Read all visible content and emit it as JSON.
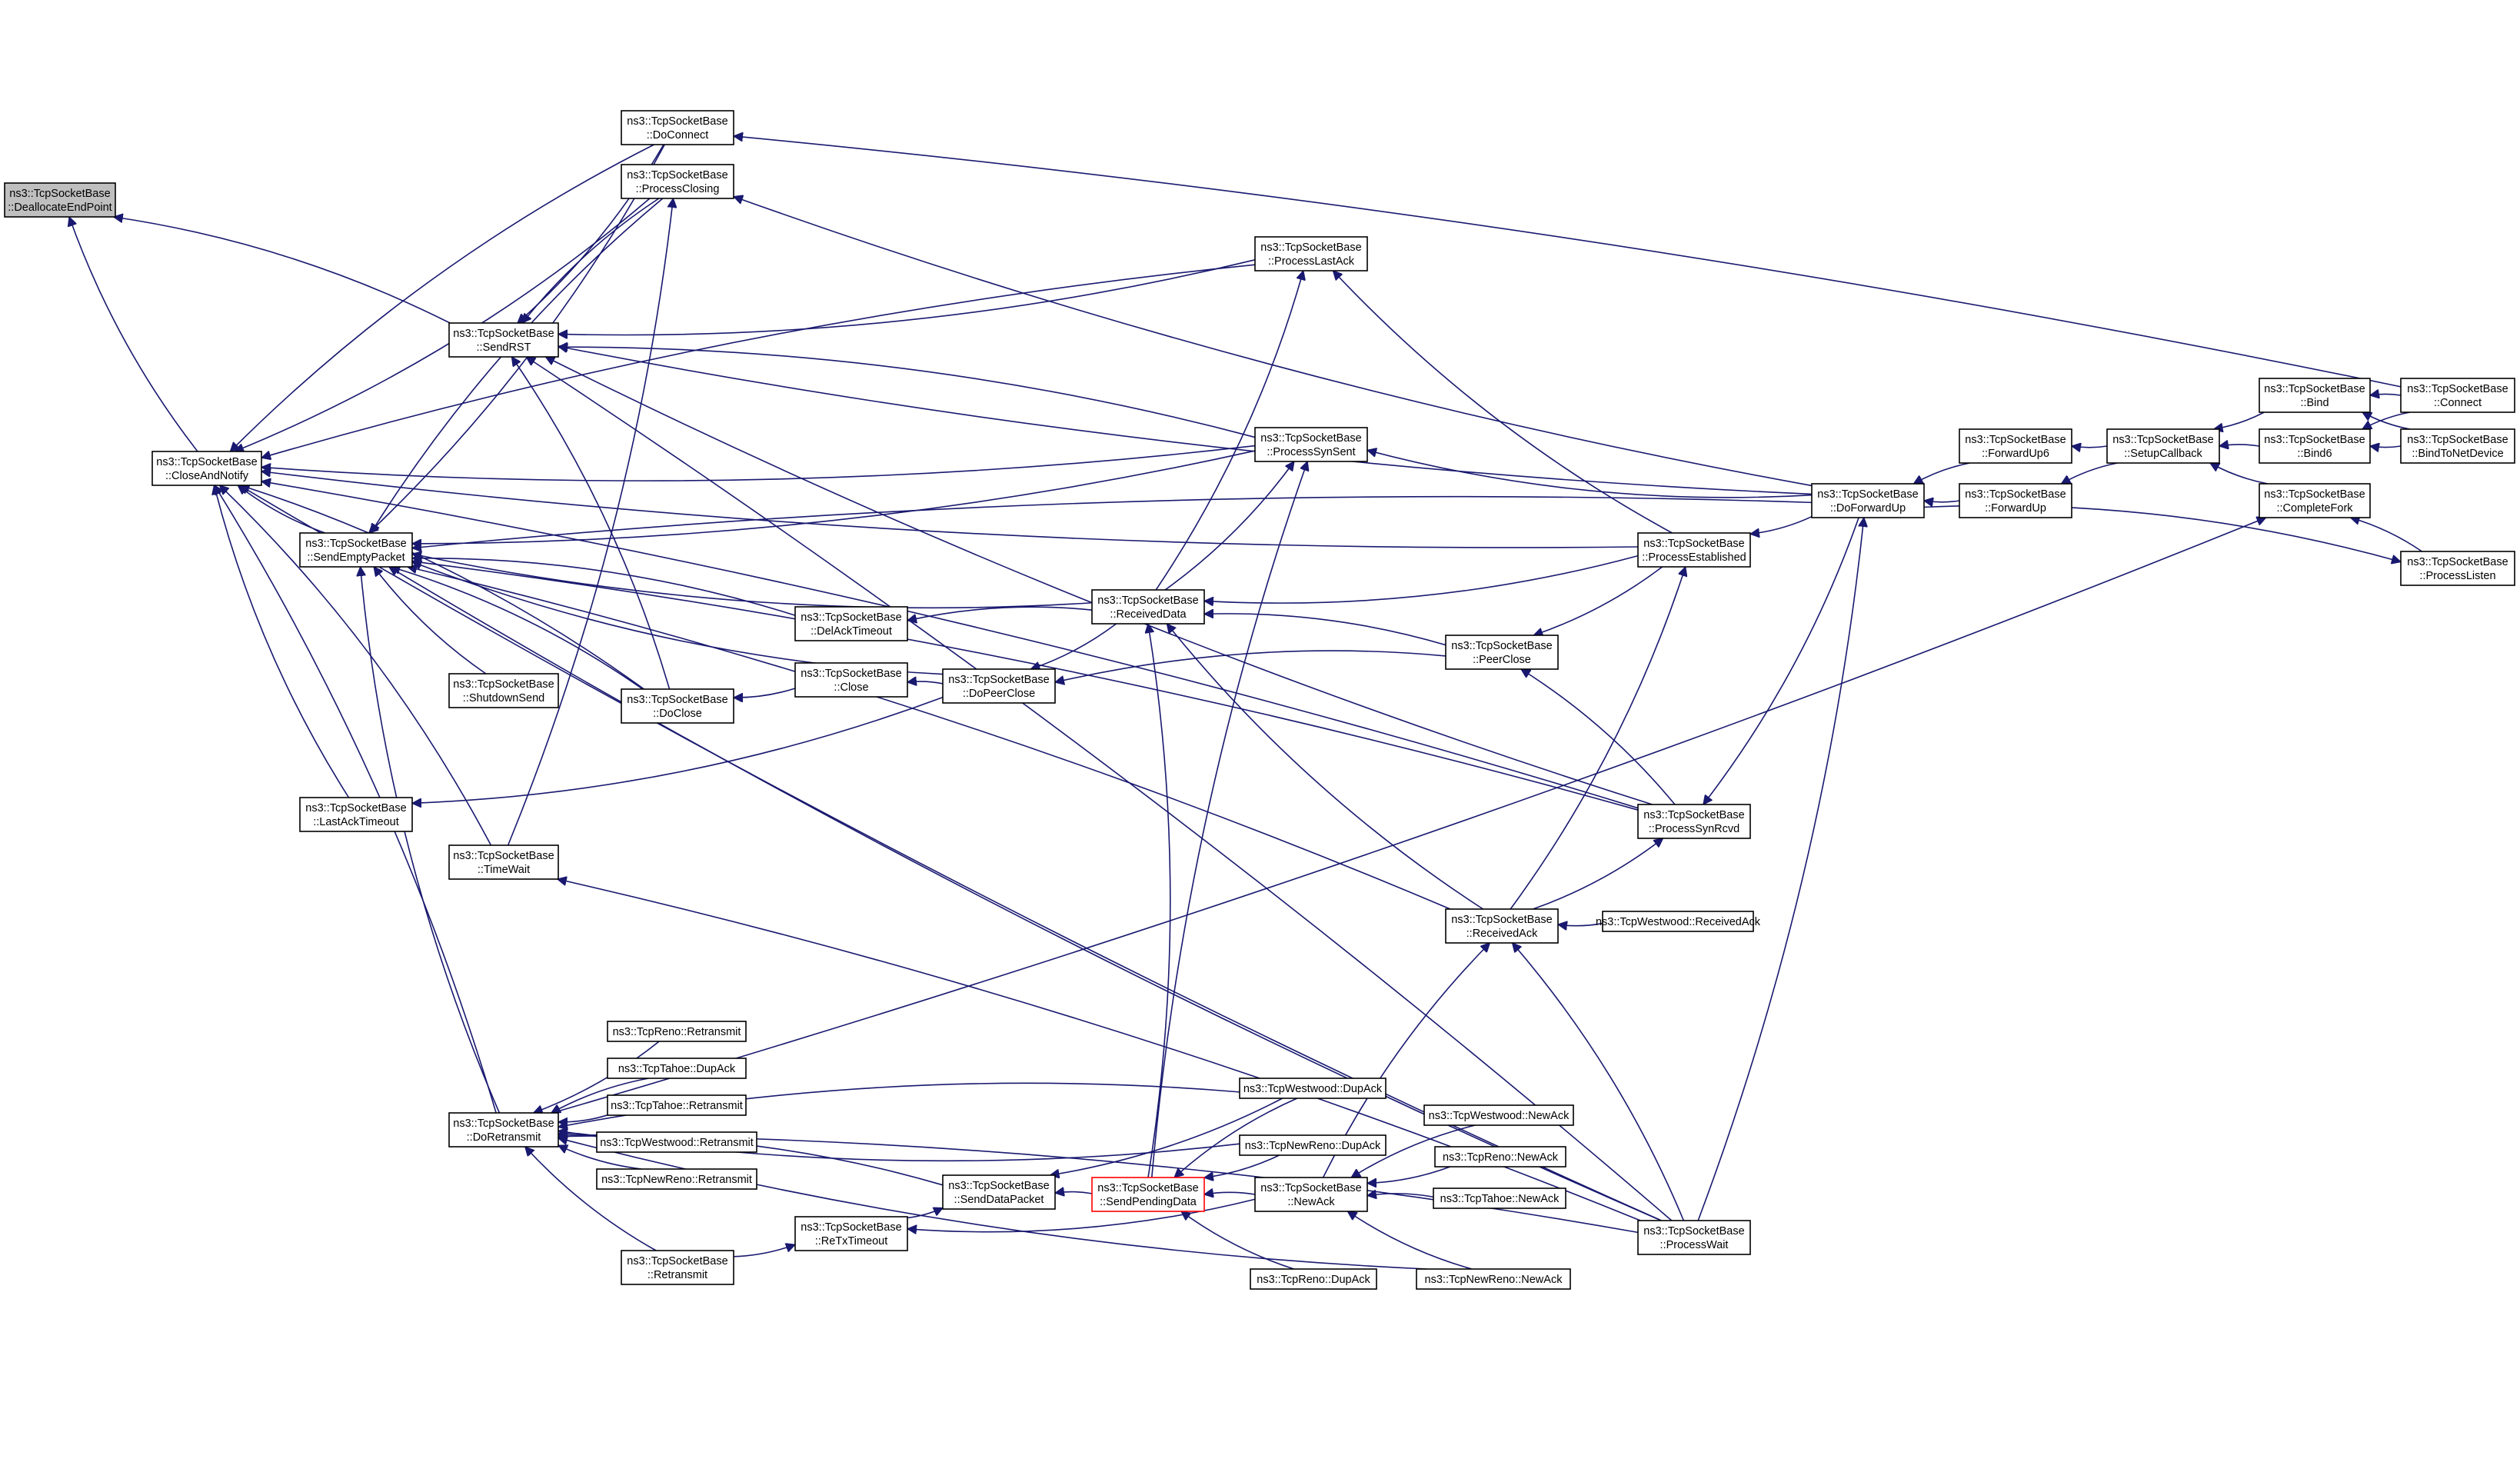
{
  "nodes": [
    {
      "id": "dealloc",
      "lines": [
        "ns3::TcpSocketBase",
        "::DeallocateEndPoint"
      ],
      "root": true
    },
    {
      "id": "closeNotify",
      "lines": [
        "ns3::TcpSocketBase",
        "::CloseAndNotify"
      ]
    },
    {
      "id": "sendRST",
      "lines": [
        "ns3::TcpSocketBase",
        "::SendRST"
      ]
    },
    {
      "id": "sendEmpty",
      "lines": [
        "ns3::TcpSocketBase",
        "::SendEmptyPacket"
      ]
    },
    {
      "id": "doConnect",
      "lines": [
        "ns3::TcpSocketBase",
        "::DoConnect"
      ]
    },
    {
      "id": "procClosing",
      "lines": [
        "ns3::TcpSocketBase",
        "::ProcessClosing"
      ]
    },
    {
      "id": "procLastAck",
      "lines": [
        "ns3::TcpSocketBase",
        "::ProcessLastAck"
      ]
    },
    {
      "id": "procSynSent",
      "lines": [
        "ns3::TcpSocketBase",
        "::ProcessSynSent"
      ]
    },
    {
      "id": "delAck",
      "lines": [
        "ns3::TcpSocketBase",
        "::DelAckTimeout"
      ]
    },
    {
      "id": "shutdownSend",
      "lines": [
        "ns3::TcpSocketBase",
        "::ShutdownSend"
      ]
    },
    {
      "id": "doClose",
      "lines": [
        "ns3::TcpSocketBase",
        "::DoClose"
      ]
    },
    {
      "id": "close",
      "lines": [
        "ns3::TcpSocketBase",
        "::Close"
      ]
    },
    {
      "id": "doPeerClose",
      "lines": [
        "ns3::TcpSocketBase",
        "::DoPeerClose"
      ]
    },
    {
      "id": "lastAckTimeout",
      "lines": [
        "ns3::TcpSocketBase",
        "::LastAckTimeout"
      ]
    },
    {
      "id": "timeWait",
      "lines": [
        "ns3::TcpSocketBase",
        "::TimeWait"
      ]
    },
    {
      "id": "recvData",
      "lines": [
        "ns3::TcpSocketBase",
        "::ReceivedData"
      ]
    },
    {
      "id": "peerClose",
      "lines": [
        "ns3::TcpSocketBase",
        "::PeerClose"
      ]
    },
    {
      "id": "procEstablished",
      "lines": [
        "ns3::TcpSocketBase",
        "::ProcessEstablished"
      ]
    },
    {
      "id": "procSynRcvd",
      "lines": [
        "ns3::TcpSocketBase",
        "::ProcessSynRcvd"
      ]
    },
    {
      "id": "recvAck",
      "lines": [
        "ns3::TcpSocketBase",
        "::ReceivedAck"
      ]
    },
    {
      "id": "westRecvAck",
      "lines": [
        "ns3::TcpWestwood::ReceivedAck"
      ]
    },
    {
      "id": "doForwardUp",
      "lines": [
        "ns3::TcpSocketBase",
        "::DoForwardUp"
      ]
    },
    {
      "id": "fwdUp6",
      "lines": [
        "ns3::TcpSocketBase",
        "::ForwardUp6"
      ]
    },
    {
      "id": "fwdUp",
      "lines": [
        "ns3::TcpSocketBase",
        "::ForwardUp"
      ]
    },
    {
      "id": "setupCb",
      "lines": [
        "ns3::TcpSocketBase",
        "::SetupCallback"
      ]
    },
    {
      "id": "bind",
      "lines": [
        "ns3::TcpSocketBase",
        "::Bind"
      ]
    },
    {
      "id": "bind6",
      "lines": [
        "ns3::TcpSocketBase",
        "::Bind6"
      ]
    },
    {
      "id": "completeFork",
      "lines": [
        "ns3::TcpSocketBase",
        "::CompleteFork"
      ]
    },
    {
      "id": "connect",
      "lines": [
        "ns3::TcpSocketBase",
        "::Connect"
      ]
    },
    {
      "id": "bindNet",
      "lines": [
        "ns3::TcpSocketBase",
        "::BindToNetDevice"
      ]
    },
    {
      "id": "procListen",
      "lines": [
        "ns3::TcpSocketBase",
        "::ProcessListen"
      ]
    },
    {
      "id": "renoRetx",
      "lines": [
        "ns3::TcpReno::Retransmit"
      ]
    },
    {
      "id": "tahoeDup",
      "lines": [
        "ns3::TcpTahoe::DupAck"
      ]
    },
    {
      "id": "tahoeRetx",
      "lines": [
        "ns3::TcpTahoe::Retransmit"
      ]
    },
    {
      "id": "westRetx",
      "lines": [
        "ns3::TcpWestwood::Retransmit"
      ]
    },
    {
      "id": "newRenoRetx",
      "lines": [
        "ns3::TcpNewReno::Retransmit"
      ]
    },
    {
      "id": "doRetx",
      "lines": [
        "ns3::TcpSocketBase",
        "::DoRetransmit"
      ]
    },
    {
      "id": "westDup",
      "lines": [
        "ns3::TcpWestwood::DupAck"
      ]
    },
    {
      "id": "newRenoDup",
      "lines": [
        "ns3::TcpNewReno::DupAck"
      ]
    },
    {
      "id": "sendDataPkt",
      "lines": [
        "ns3::TcpSocketBase",
        "::SendDataPacket"
      ]
    },
    {
      "id": "sendPending",
      "lines": [
        "ns3::TcpSocketBase",
        "::SendPendingData"
      ],
      "highlight": true
    },
    {
      "id": "newAck",
      "lines": [
        "ns3::TcpSocketBase",
        "::NewAck"
      ]
    },
    {
      "id": "westNewAck",
      "lines": [
        "ns3::TcpWestwood::NewAck"
      ]
    },
    {
      "id": "renoNewAck",
      "lines": [
        "ns3::TcpReno::NewAck"
      ]
    },
    {
      "id": "tahoeNewAck",
      "lines": [
        "ns3::TcpTahoe::NewAck"
      ]
    },
    {
      "id": "retxTimeout",
      "lines": [
        "ns3::TcpSocketBase",
        "::ReTxTimeout"
      ]
    },
    {
      "id": "retransmit",
      "lines": [
        "ns3::TcpSocketBase",
        "::Retransmit"
      ]
    },
    {
      "id": "renoDup",
      "lines": [
        "ns3::TcpReno::DupAck"
      ]
    },
    {
      "id": "newRenoNewAck",
      "lines": [
        "ns3::TcpNewReno::NewAck"
      ]
    },
    {
      "id": "procWait",
      "lines": [
        "ns3::TcpSocketBase",
        "::ProcessWait"
      ]
    }
  ],
  "edges": [
    [
      "closeNotify",
      "dealloc"
    ],
    [
      "sendRST",
      "dealloc"
    ],
    [
      "sendEmpty",
      "closeNotify"
    ],
    [
      "doConnect",
      "closeNotify"
    ],
    [
      "procClosing",
      "closeNotify"
    ],
    [
      "procLastAck",
      "closeNotify"
    ],
    [
      "procSynSent",
      "closeNotify"
    ],
    [
      "doClose",
      "closeNotify"
    ],
    [
      "lastAckTimeout",
      "closeNotify"
    ],
    [
      "timeWait",
      "closeNotify"
    ],
    [
      "procEstablished",
      "closeNotify"
    ],
    [
      "procSynRcvd",
      "closeNotify"
    ],
    [
      "procWait",
      "closeNotify"
    ],
    [
      "doRetx",
      "closeNotify"
    ],
    [
      "doConnect",
      "sendRST"
    ],
    [
      "procClosing",
      "sendRST"
    ],
    [
      "procLastAck",
      "sendRST"
    ],
    [
      "procSynSent",
      "sendRST"
    ],
    [
      "doForwardUp",
      "sendRST"
    ],
    [
      "doClose",
      "sendRST"
    ],
    [
      "procSynRcvd",
      "sendRST"
    ],
    [
      "procWait",
      "sendRST"
    ],
    [
      "doConnect",
      "sendEmpty"
    ],
    [
      "procClosing",
      "sendEmpty"
    ],
    [
      "procSynSent",
      "sendEmpty"
    ],
    [
      "doForwardUp",
      "sendEmpty"
    ],
    [
      "recvData",
      "sendEmpty"
    ],
    [
      "delAck",
      "sendEmpty"
    ],
    [
      "shutdownSend",
      "sendEmpty"
    ],
    [
      "doClose",
      "sendEmpty"
    ],
    [
      "doPeerClose",
      "sendEmpty"
    ],
    [
      "procSynRcvd",
      "sendEmpty"
    ],
    [
      "doRetx",
      "sendEmpty"
    ],
    [
      "recvAck",
      "sendEmpty"
    ],
    [
      "procWait",
      "sendEmpty"
    ],
    [
      "connect",
      "doConnect"
    ],
    [
      "doForwardUp",
      "procClosing"
    ],
    [
      "timeWait",
      "procClosing"
    ],
    [
      "procEstablished",
      "procLastAck"
    ],
    [
      "recvData",
      "procLastAck"
    ],
    [
      "doForwardUp",
      "procSynSent"
    ],
    [
      "recvData",
      "procSynSent"
    ],
    [
      "sendPending",
      "procSynSent"
    ],
    [
      "recvData",
      "delAck"
    ],
    [
      "close",
      "doClose"
    ],
    [
      "doPeerClose",
      "close"
    ],
    [
      "recvData",
      "doPeerClose"
    ],
    [
      "peerClose",
      "doPeerClose"
    ],
    [
      "doPeerClose",
      "lastAckTimeout"
    ],
    [
      "procWait",
      "timeWait"
    ],
    [
      "procEstablished",
      "recvData"
    ],
    [
      "peerClose",
      "recvData"
    ],
    [
      "recvAck",
      "recvData"
    ],
    [
      "sendPending",
      "recvData"
    ],
    [
      "procEstablished",
      "peerClose"
    ],
    [
      "procSynRcvd",
      "peerClose"
    ],
    [
      "doForwardUp",
      "procEstablished"
    ],
    [
      "recvAck",
      "procEstablished"
    ],
    [
      "doForwardUp",
      "procSynRcvd"
    ],
    [
      "recvAck",
      "procSynRcvd"
    ],
    [
      "westRecvAck",
      "recvAck"
    ],
    [
      "procWait",
      "recvAck"
    ],
    [
      "newAck",
      "recvAck"
    ],
    [
      "fwdUp6",
      "doForwardUp"
    ],
    [
      "fwdUp",
      "doForwardUp"
    ],
    [
      "procWait",
      "doForwardUp"
    ],
    [
      "setupCb",
      "fwdUp6"
    ],
    [
      "setupCb",
      "fwdUp"
    ],
    [
      "bind",
      "setupCb"
    ],
    [
      "bind6",
      "setupCb"
    ],
    [
      "completeFork",
      "setupCb"
    ],
    [
      "connect",
      "bind"
    ],
    [
      "bindNet",
      "bind"
    ],
    [
      "connect",
      "bind6"
    ],
    [
      "bindNet",
      "bind6"
    ],
    [
      "procListen",
      "completeFork"
    ],
    [
      "doForwardUp",
      "procListen"
    ],
    [
      "doRetx",
      "completeFork"
    ],
    [
      "renoRetx",
      "doRetx"
    ],
    [
      "tahoeDup",
      "doRetx"
    ],
    [
      "tahoeRetx",
      "doRetx"
    ],
    [
      "westRetx",
      "doRetx"
    ],
    [
      "newRenoRetx",
      "doRetx"
    ],
    [
      "westDup",
      "doRetx"
    ],
    [
      "newRenoDup",
      "doRetx"
    ],
    [
      "sendDataPkt",
      "doRetx"
    ],
    [
      "retransmit",
      "doRetx"
    ],
    [
      "procWait",
      "doRetx"
    ],
    [
      "newRenoNewAck",
      "doRetx"
    ],
    [
      "sendPending",
      "sendDataPkt"
    ],
    [
      "westDup",
      "sendDataPkt"
    ],
    [
      "westDup",
      "sendPending"
    ],
    [
      "newRenoDup",
      "sendPending"
    ],
    [
      "newAck",
      "sendPending"
    ],
    [
      "renoDup",
      "sendPending"
    ],
    [
      "westNewAck",
      "newAck"
    ],
    [
      "renoNewAck",
      "newAck"
    ],
    [
      "tahoeNewAck",
      "newAck"
    ],
    [
      "newRenoNewAck",
      "newAck"
    ],
    [
      "retransmit",
      "retxTimeout"
    ],
    [
      "newAck",
      "retxTimeout"
    ],
    [
      "retxTimeout",
      "sendDataPkt"
    ]
  ],
  "colors": {
    "edge": "#191970",
    "root_fill": "#bfbfbf",
    "highlight_border": "#ff0000"
  }
}
